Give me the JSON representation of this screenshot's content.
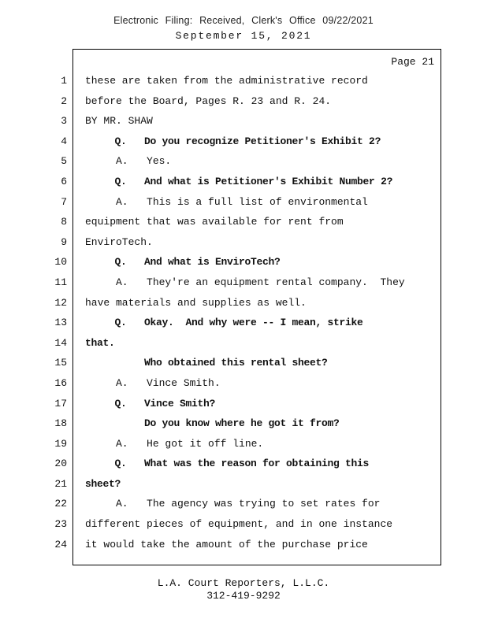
{
  "header": {
    "line1": "Electronic Filing: Received, Clerk's Office 09/22/2021",
    "line2": "September 15, 2021"
  },
  "page": {
    "label": "Page 21"
  },
  "transcript": [
    {
      "num": "1",
      "bold": false,
      "text": "these are taken from the administrative record"
    },
    {
      "num": "2",
      "bold": false,
      "text": "before the Board, Pages R. 23 and R. 24."
    },
    {
      "num": "3",
      "bold": false,
      "text": "BY MR. SHAW"
    },
    {
      "num": "4",
      "bold": true,
      "text": "     Q.   Do you recognize Petitioner's Exhibit 2?"
    },
    {
      "num": "5",
      "bold": false,
      "text": "     A.   Yes."
    },
    {
      "num": "6",
      "bold": true,
      "text": "     Q.   And what is Petitioner's Exhibit Number 2?"
    },
    {
      "num": "7",
      "bold": false,
      "text": "     A.   This is a full list of environmental"
    },
    {
      "num": "8",
      "bold": false,
      "text": "equipment that was available for rent from"
    },
    {
      "num": "9",
      "bold": false,
      "text": "EnviroTech."
    },
    {
      "num": "10",
      "bold": true,
      "text": "     Q.   And what is EnviroTech?"
    },
    {
      "num": "11",
      "bold": false,
      "text": "     A.   They're an equipment rental company.  They"
    },
    {
      "num": "12",
      "bold": false,
      "text": "have materials and supplies as well."
    },
    {
      "num": "13",
      "bold": true,
      "text": "     Q.   Okay.  And why were -- I mean, strike"
    },
    {
      "num": "14",
      "bold": true,
      "text": "that."
    },
    {
      "num": "15",
      "bold": true,
      "text": "          Who obtained this rental sheet?"
    },
    {
      "num": "16",
      "bold": false,
      "text": "     A.   Vince Smith."
    },
    {
      "num": "17",
      "bold": true,
      "text": "     Q.   Vince Smith?"
    },
    {
      "num": "18",
      "bold": true,
      "text": "          Do you know where he got it from?"
    },
    {
      "num": "19",
      "bold": false,
      "text": "     A.   He got it off line."
    },
    {
      "num": "20",
      "bold": true,
      "text": "     Q.   What was the reason for obtaining this"
    },
    {
      "num": "21",
      "bold": true,
      "text": "sheet?"
    },
    {
      "num": "22",
      "bold": false,
      "text": "     A.   The agency was trying to set rates for"
    },
    {
      "num": "23",
      "bold": false,
      "text": "different pieces of equipment, and in one instance"
    },
    {
      "num": "24",
      "bold": false,
      "text": "it would take the amount of the purchase price"
    }
  ],
  "footer": {
    "line1": "L.A. Court Reporters, L.L.C.",
    "line2": "312-419-9292"
  }
}
